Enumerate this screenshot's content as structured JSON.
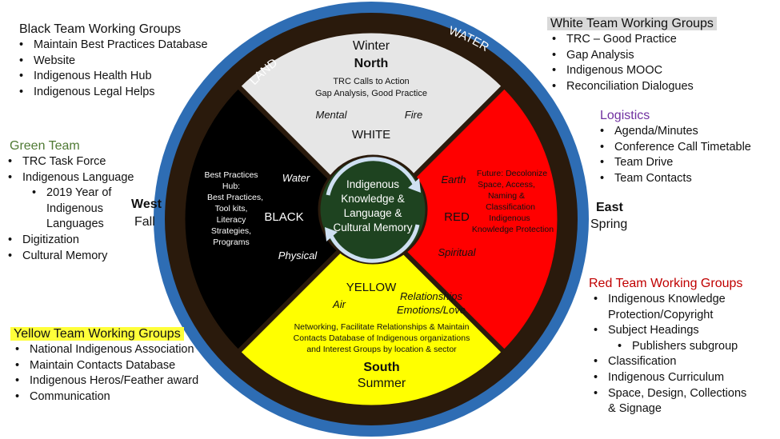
{
  "black_team": {
    "title": "Black Team Working Groups",
    "items": [
      "Maintain Best Practices Database",
      "Website",
      "Indigenous Health Hub",
      "Indigenous Legal Helps"
    ]
  },
  "green_team": {
    "title": "Green Team",
    "items": [
      "TRC Task Force",
      "Indigenous Language",
      "2019 Year of",
      "Indigenous",
      "Languages",
      "Digitization",
      "Cultural Memory"
    ]
  },
  "white_team": {
    "title": "White Team Working Groups",
    "items": [
      "TRC – Good Practice",
      "Gap Analysis",
      "Indigenous MOOC",
      "Reconciliation Dialogues"
    ]
  },
  "logistics": {
    "title": "Logistics",
    "items": [
      "Agenda/Minutes",
      "Conference Call Timetable",
      "Team Drive",
      "Team Contacts"
    ]
  },
  "red_team": {
    "title": "Red Team Working Groups",
    "items": [
      "Indigenous Knowledge",
      "Protection/Copyright",
      "Subject Headings",
      "Publishers subgroup",
      "Classification",
      "Indigenous Curriculum",
      "Space, Design, Collections",
      "& Signage"
    ]
  },
  "yellow_team": {
    "title": "Yellow Team Working Groups",
    "items": [
      "National Indigenous Association",
      "Maintain Contacts Database",
      "Indigenous Heros/Feather award",
      "Communication"
    ]
  },
  "directions": {
    "west": "West",
    "fall": "Fall",
    "east": "East",
    "spring": "Spring"
  },
  "wheel": {
    "land": "LAND",
    "water": "WATER",
    "north": {
      "season": "Winter",
      "direction": "North",
      "desc": [
        "TRC Calls to Action",
        "Gap Analysis, Good Practice"
      ],
      "mental": "Mental",
      "fire": "Fire",
      "color": "WHITE"
    },
    "west_quad": {
      "desc": [
        "Best Practices",
        "Hub:",
        "Best Practices,",
        "Tool kits,",
        "Literacy",
        "Strategies,",
        "Programs"
      ],
      "water": "Water",
      "color": "BLACK",
      "physical": "Physical"
    },
    "east_quad": {
      "earth": "Earth",
      "desc": [
        "Future: Decolonize",
        "Space, Access,",
        "Naming &",
        "Classification",
        "Indigenous",
        "Knowledge Protection"
      ],
      "color": "RED",
      "spiritual": "Spiritual"
    },
    "south": {
      "color": "YELLOW",
      "air": "Air",
      "relationships": "Relationships",
      "emotions": "Emotions/Love",
      "desc": [
        "Networking,  Facilitate Relationships & Maintain",
        "Contacts Database of Indigenous organizations",
        "and Interest Groups by location & sector"
      ],
      "direction": "South",
      "season": "Summer"
    },
    "center": [
      "Indigenous",
      "Knowledge &",
      "Language &",
      "Cultural Memory"
    ],
    "colors": {
      "outer_ring": "#2e6db4",
      "inner_ring": "#2a1a0c",
      "north": "#e6e6e6",
      "east": "#ff0000",
      "south": "#ffff00",
      "west": "#000000",
      "center": "#1e4320",
      "arrows": "#cfe0f2"
    }
  }
}
